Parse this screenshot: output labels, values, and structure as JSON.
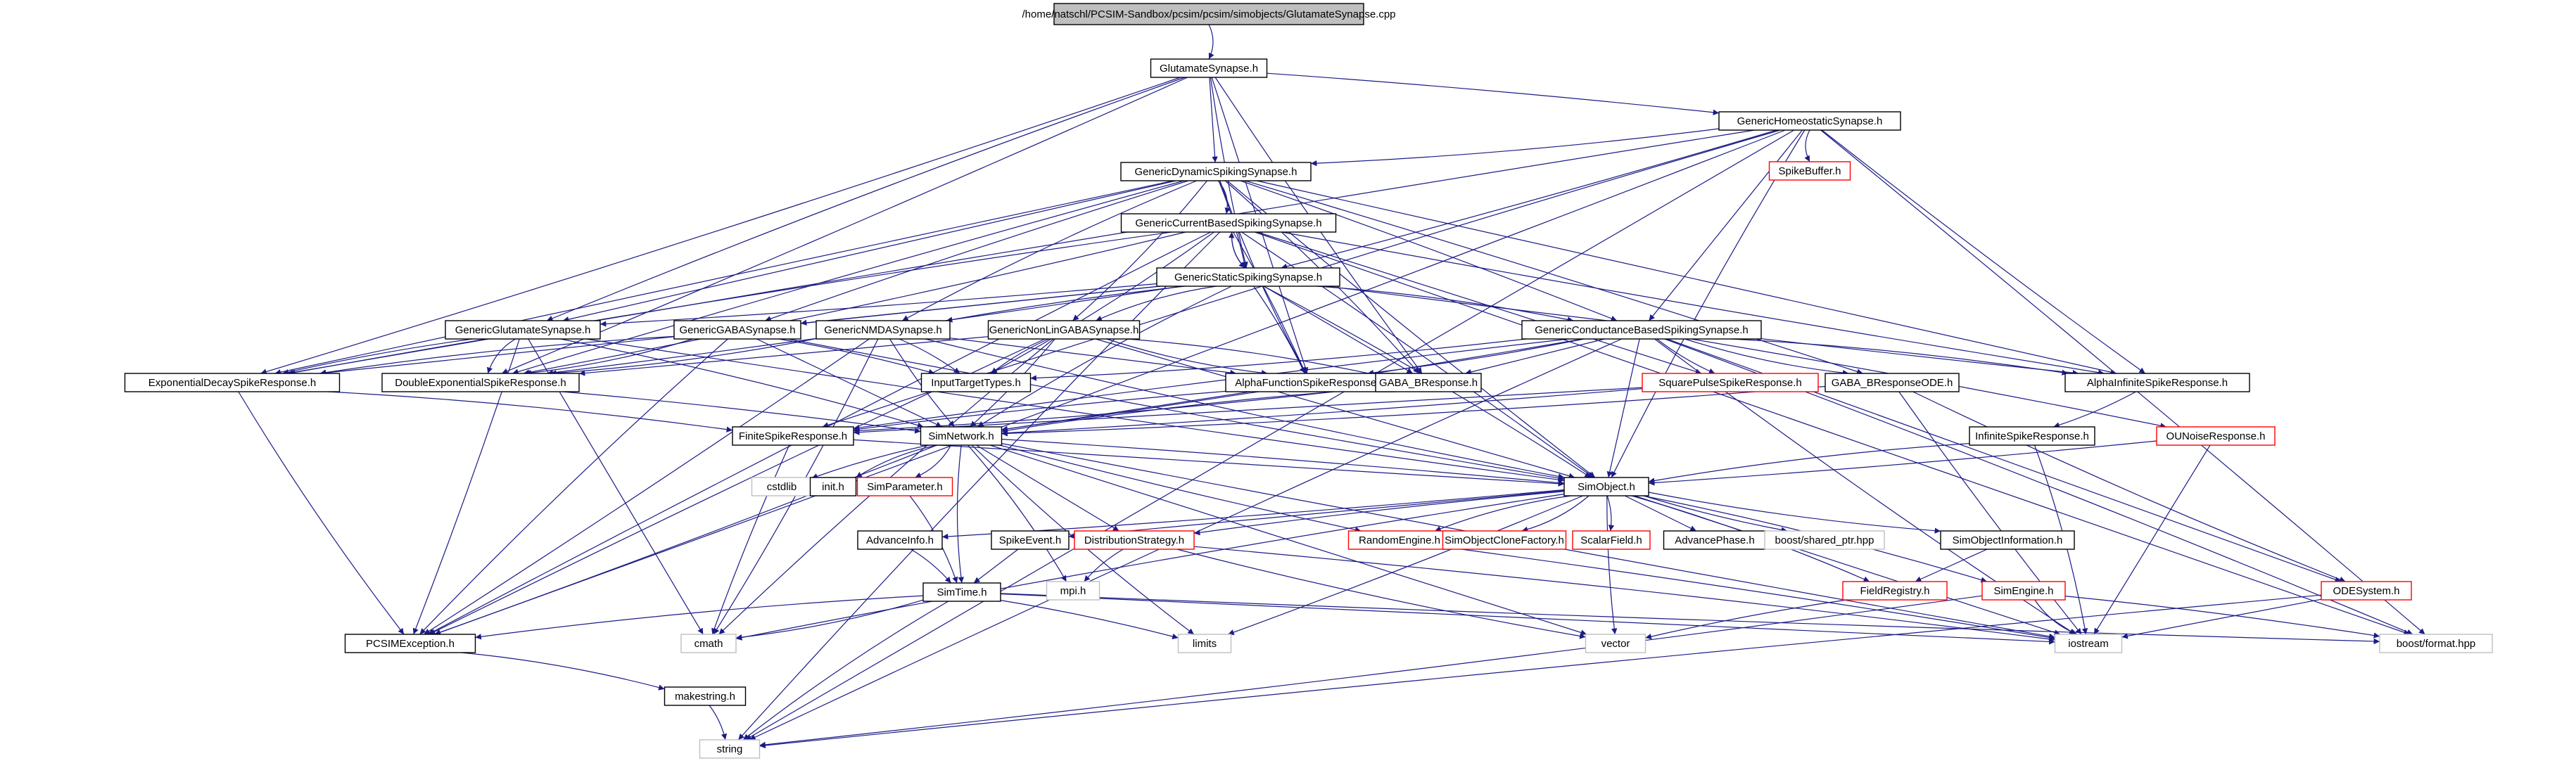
{
  "diagram": {
    "type": "include-dependency-graph",
    "nodes": [
      {
        "id": "root",
        "label": "/home/natschl/PCSIM-Sandbox/pcsim/pcsim/simobjects/GlutamateSynapse.cpp",
        "style": "root"
      },
      {
        "id": "glut",
        "label": "GlutamateSynapse.h",
        "style": "black"
      },
      {
        "id": "ghom",
        "label": "GenericHomeostaticSynapse.h",
        "style": "black"
      },
      {
        "id": "sbuf",
        "label": "SpikeBuffer.h",
        "style": "red"
      },
      {
        "id": "gdyn",
        "label": "GenericDynamicSpikingSynapse.h",
        "style": "black"
      },
      {
        "id": "gcur",
        "label": "GenericCurrentBasedSpikingSynapse.h",
        "style": "black"
      },
      {
        "id": "gsta",
        "label": "GenericStaticSpikingSynapse.h",
        "style": "black"
      },
      {
        "id": "gglu",
        "label": "GenericGlutamateSynapse.h",
        "style": "black"
      },
      {
        "id": "ggab",
        "label": "GenericGABASynapse.h",
        "style": "black"
      },
      {
        "id": "gnmd",
        "label": "GenericNMDASynapse.h",
        "style": "black"
      },
      {
        "id": "gnlg",
        "label": "GenericNonLinGABASynapse.h",
        "style": "black"
      },
      {
        "id": "gcon",
        "label": "GenericConductanceBasedSpikingSynapse.h",
        "style": "black"
      },
      {
        "id": "expd",
        "label": "ExponentialDecaySpikeResponse.h",
        "style": "black"
      },
      {
        "id": "dexp",
        "label": "DoubleExponentialSpikeResponse.h",
        "style": "black"
      },
      {
        "id": "inpt",
        "label": "InputTargetTypes.h",
        "style": "black"
      },
      {
        "id": "alph",
        "label": "AlphaFunctionSpikeResponse.h",
        "style": "black"
      },
      {
        "id": "gabb",
        "label": "GABA_BResponse.h",
        "style": "black"
      },
      {
        "id": "sqp",
        "label": "SquarePulseSpikeResponse.h",
        "style": "red"
      },
      {
        "id": "gabo",
        "label": "GABA_BResponseODE.h",
        "style": "black"
      },
      {
        "id": "alin",
        "label": "AlphaInfiniteSpikeResponse.h",
        "style": "black"
      },
      {
        "id": "fin",
        "label": "FiniteSpikeResponse.h",
        "style": "black"
      },
      {
        "id": "snet",
        "label": "SimNetwork.h",
        "style": "black"
      },
      {
        "id": "inf",
        "label": "InfiniteSpikeResponse.h",
        "style": "black"
      },
      {
        "id": "oun",
        "label": "OUNoiseResponse.h",
        "style": "red"
      },
      {
        "id": "cstd",
        "label": "cstdlib",
        "style": "gray"
      },
      {
        "id": "inth",
        "label": "init.h",
        "style": "black"
      },
      {
        "id": "spar",
        "label": "SimParameter.h",
        "style": "red"
      },
      {
        "id": "sobj",
        "label": "SimObject.h",
        "style": "black"
      },
      {
        "id": "adv",
        "label": "AdvanceInfo.h",
        "style": "black"
      },
      {
        "id": "sev",
        "label": "SpikeEvent.h",
        "style": "black"
      },
      {
        "id": "dist",
        "label": "DistributionStrategy.h",
        "style": "red"
      },
      {
        "id": "reng",
        "label": "RandomEngine.h",
        "style": "red"
      },
      {
        "id": "sclo",
        "label": "SimObjectCloneFactory.h",
        "style": "red"
      },
      {
        "id": "sfld",
        "label": "ScalarField.h",
        "style": "red"
      },
      {
        "id": "aph",
        "label": "AdvancePhase.h",
        "style": "black"
      },
      {
        "id": "bsp",
        "label": "boost/shared_ptr.hpp",
        "style": "gray"
      },
      {
        "id": "sinf",
        "label": "SimObjectInformation.h",
        "style": "black"
      },
      {
        "id": "mpi",
        "label": "mpi.h",
        "style": "gray"
      },
      {
        "id": "stim",
        "label": "SimTime.h",
        "style": "black"
      },
      {
        "id": "freg",
        "label": "FieldRegistry.h",
        "style": "red"
      },
      {
        "id": "seng",
        "label": "SimEngine.h",
        "style": "red"
      },
      {
        "id": "odes",
        "label": "ODESystem.h",
        "style": "red"
      },
      {
        "id": "pexc",
        "label": "PCSIMException.h",
        "style": "black"
      },
      {
        "id": "cmth",
        "label": "cmath",
        "style": "gray"
      },
      {
        "id": "lim",
        "label": "limits",
        "style": "gray"
      },
      {
        "id": "vec",
        "label": "vector",
        "style": "gray"
      },
      {
        "id": "ios",
        "label": "iostream",
        "style": "gray"
      },
      {
        "id": "bfmt",
        "label": "boost/format.hpp",
        "style": "gray"
      },
      {
        "id": "mks",
        "label": "makestring.h",
        "style": "black"
      },
      {
        "id": "str",
        "label": "string",
        "style": "gray"
      }
    ],
    "edges": [
      [
        "root",
        "glut"
      ],
      [
        "glut",
        "ghom"
      ],
      [
        "glut",
        "gdyn"
      ],
      [
        "glut",
        "gsta"
      ],
      [
        "glut",
        "gglu"
      ],
      [
        "glut",
        "expd"
      ],
      [
        "glut",
        "dexp"
      ],
      [
        "glut",
        "alph"
      ],
      [
        "glut",
        "gabb"
      ],
      [
        "ghom",
        "sbuf"
      ],
      [
        "ghom",
        "gdyn"
      ],
      [
        "ghom",
        "gsta"
      ],
      [
        "ghom",
        "gcon"
      ],
      [
        "ghom",
        "alin"
      ],
      [
        "ghom",
        "sobj"
      ],
      [
        "ghom",
        "pexc"
      ],
      [
        "ghom",
        "bfmt"
      ],
      [
        "ghom",
        "str"
      ],
      [
        "ghom",
        "expd"
      ],
      [
        "ghom",
        "fin"
      ],
      [
        "gdyn",
        "gcur"
      ],
      [
        "gdyn",
        "gsta"
      ],
      [
        "gdyn",
        "gglu"
      ],
      [
        "gdyn",
        "ggab"
      ],
      [
        "gdyn",
        "gnmd"
      ],
      [
        "gdyn",
        "gnlg"
      ],
      [
        "gdyn",
        "gcon"
      ],
      [
        "gdyn",
        "expd"
      ],
      [
        "gdyn",
        "dexp"
      ],
      [
        "gdyn",
        "alph"
      ],
      [
        "gdyn",
        "gabb"
      ],
      [
        "gdyn",
        "gabo"
      ],
      [
        "gdyn",
        "alin"
      ],
      [
        "gdyn",
        "sobj"
      ],
      [
        "gcur",
        "gsta"
      ],
      [
        "gcur",
        "inpt"
      ],
      [
        "gcur",
        "alph"
      ],
      [
        "gcur",
        "sqp"
      ],
      [
        "gcur",
        "alin"
      ],
      [
        "gcur",
        "expd"
      ],
      [
        "gcur",
        "dexp"
      ],
      [
        "gcur",
        "sobj"
      ],
      [
        "gcur",
        "bfmt"
      ],
      [
        "gcur",
        "pexc"
      ],
      [
        "gcur",
        "str"
      ],
      [
        "gsta",
        "gcur"
      ],
      [
        "gsta",
        "gglu"
      ],
      [
        "gsta",
        "ggab"
      ],
      [
        "gsta",
        "gnmd"
      ],
      [
        "gsta",
        "gnlg"
      ],
      [
        "gsta",
        "gcon"
      ],
      [
        "gsta",
        "alph"
      ],
      [
        "gsta",
        "gabb"
      ],
      [
        "gsta",
        "alin"
      ],
      [
        "gsta",
        "snet"
      ],
      [
        "gsta",
        "sobj"
      ],
      [
        "gsta",
        "dexp"
      ],
      [
        "gsta",
        "expd"
      ],
      [
        "gglu",
        "expd"
      ],
      [
        "gglu",
        "dexp"
      ],
      [
        "gglu",
        "snet"
      ],
      [
        "gglu",
        "pexc"
      ],
      [
        "gglu",
        "cmth"
      ],
      [
        "gglu",
        "sobj"
      ],
      [
        "ggab",
        "expd"
      ],
      [
        "ggab",
        "dexp"
      ],
      [
        "ggab",
        "inpt"
      ],
      [
        "ggab",
        "snet"
      ],
      [
        "ggab",
        "sobj"
      ],
      [
        "ggab",
        "pexc"
      ],
      [
        "gnmd",
        "dexp"
      ],
      [
        "gnmd",
        "inpt"
      ],
      [
        "gnmd",
        "alph"
      ],
      [
        "gnmd",
        "snet"
      ],
      [
        "gnmd",
        "sobj"
      ],
      [
        "gnmd",
        "cmth"
      ],
      [
        "gnmd",
        "pexc"
      ],
      [
        "gnlg",
        "dexp"
      ],
      [
        "gnlg",
        "inpt"
      ],
      [
        "gnlg",
        "alph"
      ],
      [
        "gnlg",
        "gabb"
      ],
      [
        "gnlg",
        "snet"
      ],
      [
        "gnlg",
        "sobj"
      ],
      [
        "gnlg",
        "pexc"
      ],
      [
        "gnlg",
        "cmth"
      ],
      [
        "gcon",
        "inpt"
      ],
      [
        "gcon",
        "alph"
      ],
      [
        "gcon",
        "gabb"
      ],
      [
        "gcon",
        "sqp"
      ],
      [
        "gcon",
        "gabo"
      ],
      [
        "gcon",
        "alin"
      ],
      [
        "gcon",
        "snet"
      ],
      [
        "gcon",
        "sobj"
      ],
      [
        "gcon",
        "fin"
      ],
      [
        "gcon",
        "ios"
      ],
      [
        "gcon",
        "bfmt"
      ],
      [
        "gcon",
        "oun"
      ],
      [
        "gcon",
        "odes"
      ],
      [
        "gcon",
        "str"
      ],
      [
        "expd",
        "pexc"
      ],
      [
        "expd",
        "fin"
      ],
      [
        "dexp",
        "snet"
      ],
      [
        "alph",
        "snet"
      ],
      [
        "alph",
        "fin"
      ],
      [
        "gabb",
        "snet"
      ],
      [
        "gabb",
        "fin"
      ],
      [
        "sqp",
        "snet"
      ],
      [
        "sqp",
        "fin"
      ],
      [
        "gabo",
        "ios"
      ],
      [
        "gabo",
        "odes"
      ],
      [
        "gabo",
        "snet"
      ],
      [
        "alin",
        "inf"
      ],
      [
        "fin",
        "sobj"
      ],
      [
        "fin",
        "cmth"
      ],
      [
        "inf",
        "sobj"
      ],
      [
        "inf",
        "ios"
      ],
      [
        "oun",
        "sobj"
      ],
      [
        "oun",
        "ios"
      ],
      [
        "snet",
        "cstd"
      ],
      [
        "snet",
        "inth"
      ],
      [
        "snet",
        "spar"
      ],
      [
        "snet",
        "sobj"
      ],
      [
        "snet",
        "dist"
      ],
      [
        "snet",
        "reng"
      ],
      [
        "snet",
        "stim"
      ],
      [
        "snet",
        "mpi"
      ],
      [
        "snet",
        "pexc"
      ],
      [
        "snet",
        "vec"
      ],
      [
        "snet",
        "ios"
      ],
      [
        "snet",
        "lim"
      ],
      [
        "spar",
        "stim"
      ],
      [
        "sobj",
        "adv"
      ],
      [
        "sobj",
        "sev"
      ],
      [
        "sobj",
        "dist"
      ],
      [
        "sobj",
        "reng"
      ],
      [
        "sobj",
        "sclo"
      ],
      [
        "sobj",
        "sfld"
      ],
      [
        "sobj",
        "aph"
      ],
      [
        "sobj",
        "bsp"
      ],
      [
        "sobj",
        "sinf"
      ],
      [
        "sobj",
        "freg"
      ],
      [
        "sobj",
        "lim"
      ],
      [
        "sobj",
        "ios"
      ],
      [
        "sobj",
        "vec"
      ],
      [
        "sobj",
        "cmth"
      ],
      [
        "sobj",
        "seng"
      ],
      [
        "adv",
        "stim"
      ],
      [
        "sev",
        "stim"
      ],
      [
        "dist",
        "mpi"
      ],
      [
        "dist",
        "vec"
      ],
      [
        "dist",
        "ios"
      ],
      [
        "reng",
        "ios"
      ],
      [
        "sinf",
        "freg"
      ],
      [
        "freg",
        "vec"
      ],
      [
        "seng",
        "ios"
      ],
      [
        "seng",
        "str"
      ],
      [
        "seng",
        "bfmt"
      ],
      [
        "odes",
        "ios"
      ],
      [
        "odes",
        "str"
      ],
      [
        "stim",
        "pexc"
      ],
      [
        "stim",
        "cmth"
      ],
      [
        "stim",
        "lim"
      ],
      [
        "stim",
        "ios"
      ],
      [
        "stim",
        "bfmt"
      ],
      [
        "stim",
        "str"
      ],
      [
        "pexc",
        "mks"
      ],
      [
        "mks",
        "str"
      ]
    ]
  },
  "colors": {
    "edge": "#1b1b86",
    "black_border": "#000000",
    "red_border": "#ff0000",
    "gray_border": "#bfbfbf",
    "root_fill": "#bfbfbf",
    "node_fill": "#ffffff",
    "text": "#000000"
  }
}
